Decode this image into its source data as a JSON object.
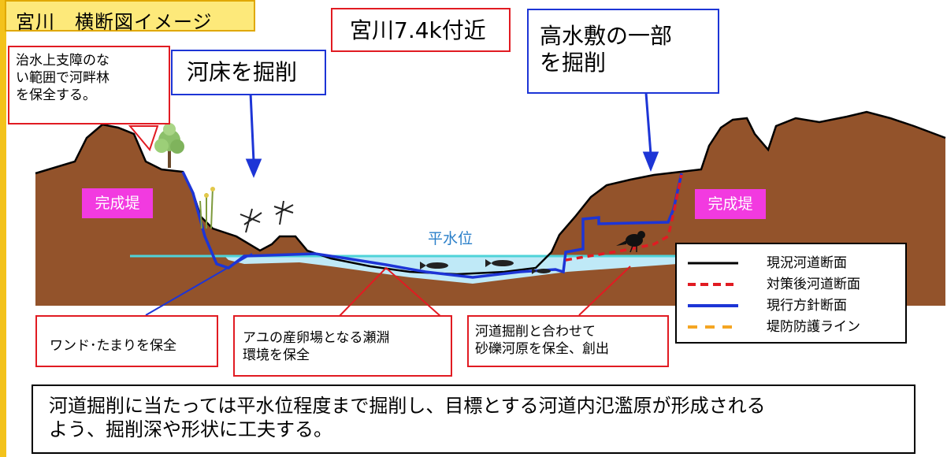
{
  "title": "宮川　横断図イメージ",
  "location": "宮川7.4k付近",
  "callouts": {
    "riverbed": "河床を掘削",
    "highwater_line1": "高水敷の一部",
    "highwater_line2": "を掘削",
    "riparian_line1": "治水上支障のな",
    "riparian_line2": "い範囲で河畔林",
    "riparian_line3": "を保全する。",
    "wando": "ワンド･たまりを保全",
    "ayu_line1": "アユの産卵場となる瀬淵",
    "ayu_line2": "環境を保全",
    "gravel_line1": "河道掘削と合わせて",
    "gravel_line2": "砂礫河原を保全、創出"
  },
  "levee_left": "完成堤",
  "levee_right": "完成堤",
  "water_level": "平水位",
  "legend": [
    {
      "label": "現況河道断面",
      "color": "#000000",
      "style": "solid"
    },
    {
      "label": "対策後河道断面",
      "color": "#e11b22",
      "style": "dashed"
    },
    {
      "label": "現行方針断面",
      "color": "#1d35d6",
      "style": "solid"
    },
    {
      "label": "堤防防護ライン",
      "color": "#f5a623",
      "style": "dashed"
    }
  ],
  "note_line1": "河道掘削に当たっては平水位程度まで掘削し、目標とする河道内氾濫原が形成される",
  "note_line2": "よう、掘削深や形状に工夫する。"
}
